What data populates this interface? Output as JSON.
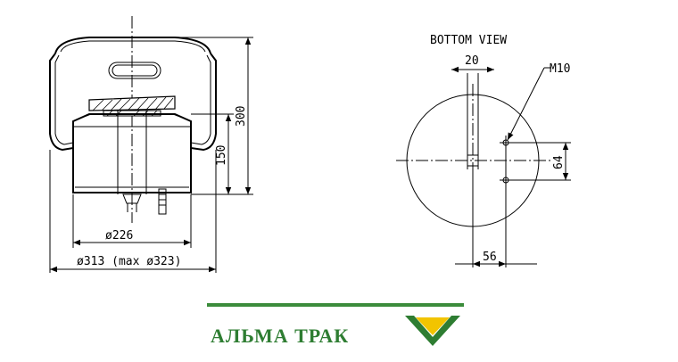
{
  "side_view": {
    "height_label": "300",
    "stroke_label": "150",
    "piston_diameter_label": "ø226",
    "bellow_diameter_label": "ø313 (max ø323)"
  },
  "bottom_view": {
    "title": "BOTTOM VIEW",
    "width_label": "20",
    "thread_label": "M10",
    "spacing_label": "64",
    "offset_label": "56"
  },
  "logo": {
    "name": "АЛЬМА ТРАК",
    "colors": {
      "green": "#2e7d32",
      "yellow": "#f2c400"
    }
  }
}
